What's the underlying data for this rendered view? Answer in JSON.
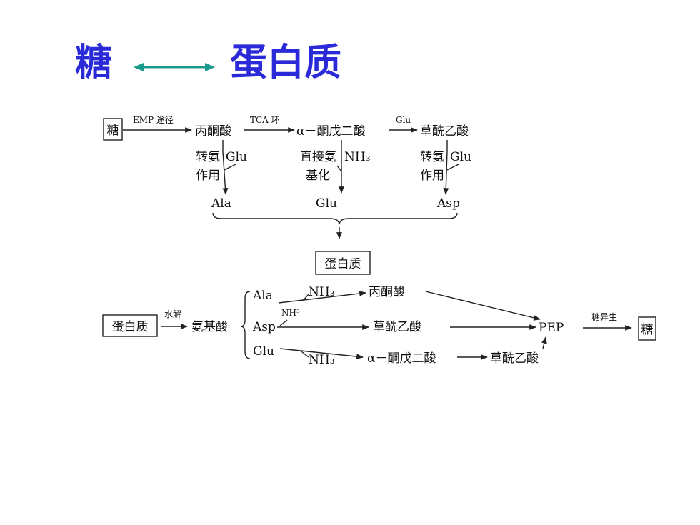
{
  "slide_title": {
    "left": "糖",
    "right": "蛋白质"
  },
  "top_diagram": {
    "start_box": "糖",
    "emp_label": "EMP 途径",
    "pyruvate": "丙酮酸",
    "tca_label": "TCA 环",
    "akg": "α－酮戊二酸",
    "glu_label": "Glu",
    "oxaloacetate": "草酰乙酸",
    "transamination_a_line1": "转氨",
    "transamination_a_line2": "作用",
    "transamination_a_donor": "Glu",
    "direct_amination_line1": "直接氨",
    "direct_amination_line2": "基化",
    "direct_amination_nh3": "NH₃",
    "transamination_b_line1": "转氨",
    "transamination_b_line2": "作用",
    "transamination_b_donor": "Glu",
    "ala": "Ala",
    "glu": "Glu",
    "asp": "Asp",
    "protein_box": "蛋白质"
  },
  "bottom_diagram": {
    "protein_box": "蛋白质",
    "hydrolysis_label": "水解",
    "amino_acids": "氨基酸",
    "ala": "Ala",
    "asp": "Asp",
    "glu": "Glu",
    "nh3_1": "NH₃",
    "nh3_2": "NH³",
    "nh3_3": "NH₃",
    "pyruvate": "丙酮酸",
    "oxaloacetate_1": "草酰乙酸",
    "akg": "α－酮戊二酸",
    "oxaloacetate_2": "草酰乙酸",
    "pep": "PEP",
    "gluconeogenesis_label": "糖异生",
    "end_box": "糖"
  }
}
